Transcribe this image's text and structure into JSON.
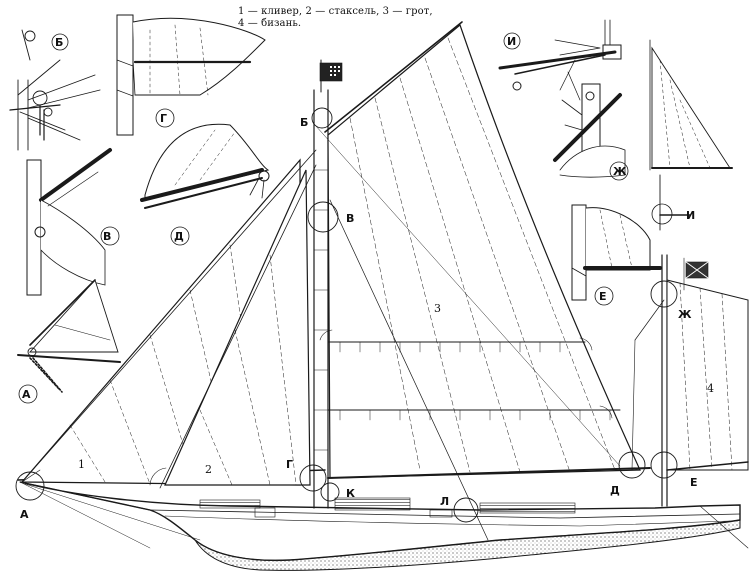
{
  "legend": {
    "line1": "1 — кливер, 2 — стаксель, 3 — грот,",
    "line2": "4 — бизань."
  },
  "sail_numbers": [
    "1",
    "2",
    "3",
    "4"
  ],
  "detail_labels": {
    "a": "А",
    "b": "Б",
    "v": "В",
    "g": "Г",
    "d": "Д",
    "e": "Е",
    "zh": "Ж",
    "i": "И",
    "k": "К",
    "l": "Л"
  },
  "colors": {
    "ink": "#1a1a1a",
    "paper": "#ffffff"
  }
}
